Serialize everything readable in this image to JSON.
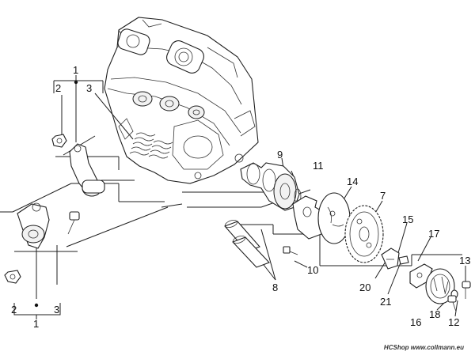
{
  "callouts": [
    {
      "id": "c1a",
      "label": "1"
    },
    {
      "id": "c2a",
      "label": "2"
    },
    {
      "id": "c3a",
      "label": "3"
    },
    {
      "id": "c2b",
      "label": "2"
    },
    {
      "id": "c3b",
      "label": "3"
    },
    {
      "id": "c1b",
      "label": "1"
    },
    {
      "id": "c9",
      "label": "9"
    },
    {
      "id": "c11",
      "label": "11"
    },
    {
      "id": "c14",
      "label": "14"
    },
    {
      "id": "c7",
      "label": "7"
    },
    {
      "id": "c15",
      "label": "15"
    },
    {
      "id": "c17",
      "label": "17"
    },
    {
      "id": "c13",
      "label": "13"
    },
    {
      "id": "c10",
      "label": "10"
    },
    {
      "id": "c8",
      "label": "8"
    },
    {
      "id": "c20",
      "label": "20"
    },
    {
      "id": "c21",
      "label": "21"
    },
    {
      "id": "c16",
      "label": "16"
    },
    {
      "id": "c18",
      "label": "18"
    },
    {
      "id": "c12",
      "label": "12"
    }
  ],
  "watermark": {
    "brand": "HCShop",
    "site": "www.collmann.eu"
  }
}
